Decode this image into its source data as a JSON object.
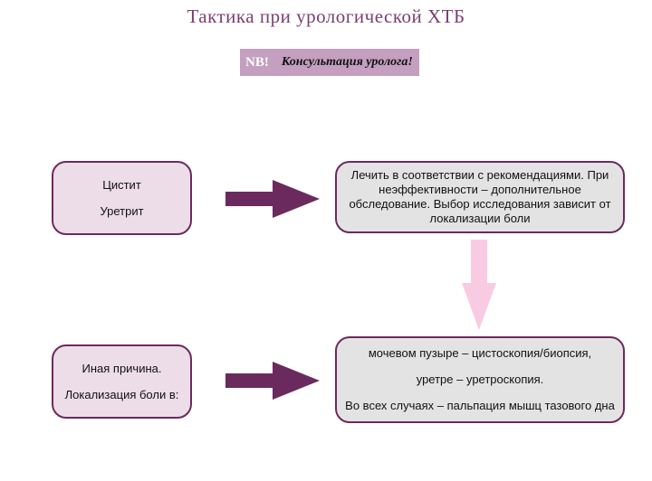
{
  "title": "Тактика при урологической ХТБ",
  "nb": {
    "tag": "NB!",
    "message": "Консультация уролога!"
  },
  "box_conditions": {
    "line1": "Цистит",
    "line2": "Уретрит"
  },
  "box_treatment": {
    "text": "Лечить в соответствии с рекомендациями. При неэффективности – дополнительное обследование. Выбор исследования зависит от локализации боли"
  },
  "box_other": {
    "line1": "Иная причина.",
    "line2": "Локализация боли в:"
  },
  "box_exams": {
    "line1": "мочевом пузыре – цистоскопия/биопсия,",
    "line2": "уретре – уретроскопия.",
    "line3": "Во всех случаях – пальпация мышц тазового дна"
  },
  "colors": {
    "accent": "#6b2a5e",
    "pink_arrow": "#f9cbe3",
    "nb_bg": "#c49fbf"
  }
}
